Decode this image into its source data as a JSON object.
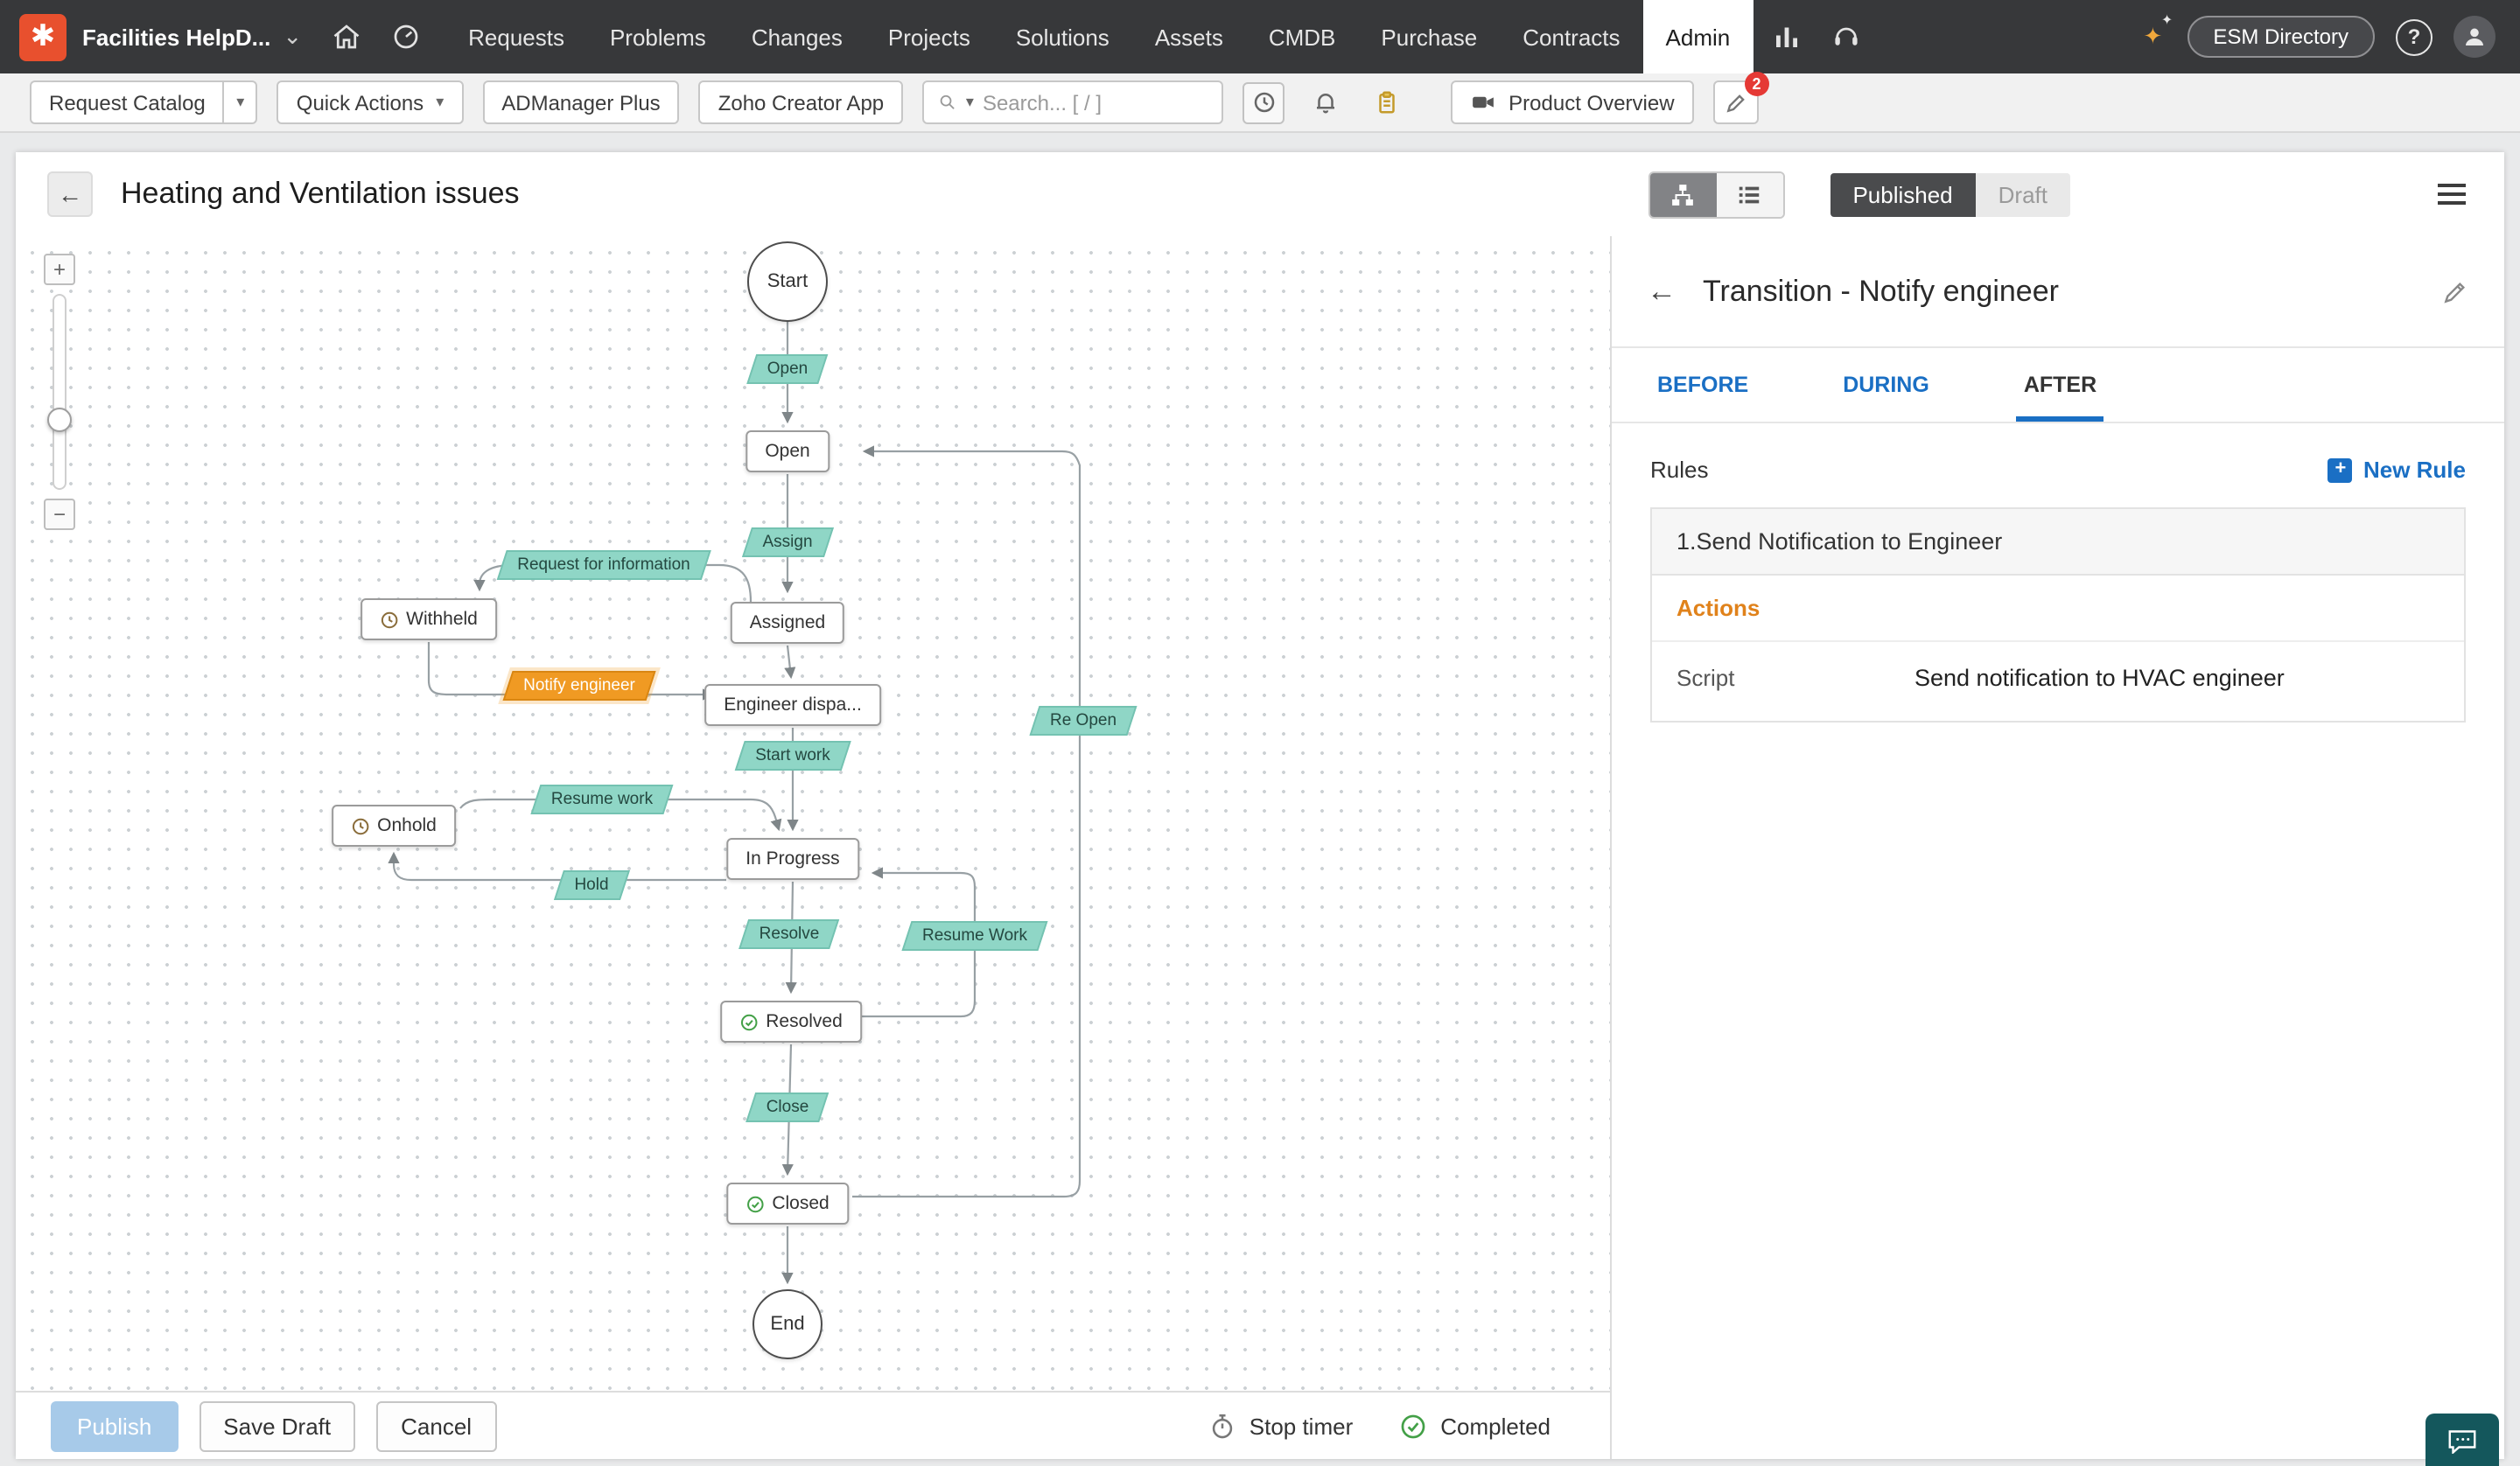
{
  "navbar": {
    "product": "Facilities HelpD...",
    "items": [
      "Requests",
      "Problems",
      "Changes",
      "Projects",
      "Solutions",
      "Assets",
      "CMDB",
      "Purchase",
      "Contracts",
      "Admin"
    ],
    "active_item": "Admin",
    "esm_button": "ESM Directory",
    "help": "?"
  },
  "toolbar": {
    "request_catalog": "Request Catalog",
    "quick_actions": "Quick Actions",
    "admanager": "ADManager Plus",
    "zoho_creator": "Zoho Creator App",
    "search_placeholder": "Search... [ / ]",
    "product_overview": "Product Overview",
    "badge_count": "2"
  },
  "workflow": {
    "title": "Heating and Ventilation issues",
    "published_label": "Published",
    "draft_label": "Draft",
    "zoom_plus": "+",
    "zoom_minus": "−",
    "nodes": {
      "start": "Start",
      "open_t": "Open",
      "open": "Open",
      "assign": "Assign",
      "request_info": "Request for information",
      "withheld": "Withheld",
      "assigned": "Assigned",
      "notify_engineer": "Notify engineer",
      "engineer_dispatched": "Engineer dispa...",
      "start_work": "Start work",
      "re_open": "Re Open",
      "resume_work": "Resume work",
      "onhold": "Onhold",
      "in_progress": "In Progress",
      "hold": "Hold",
      "resolve": "Resolve",
      "resume_work_2": "Resume Work",
      "resolved": "Resolved",
      "close": "Close",
      "closed": "Closed",
      "end": "End"
    },
    "footer": {
      "publish": "Publish",
      "save_draft": "Save Draft",
      "cancel": "Cancel",
      "stop_timer": "Stop timer",
      "completed": "Completed"
    }
  },
  "detail": {
    "title": "Transition - Notify engineer",
    "tabs": [
      "BEFORE",
      "DURING",
      "AFTER"
    ],
    "active_tab": "AFTER",
    "rules_label": "Rules",
    "new_rule": "New Rule",
    "rule": {
      "name": "1.Send Notification to Engineer",
      "actions_label": "Actions",
      "script_label": "Script",
      "script_value": "Send notification to HVAC engineer"
    }
  },
  "colors": {
    "accent_blue": "#1a6fc4",
    "transition_teal": "#8fd6c6",
    "selected_orange": "#f09a23",
    "published_dark": "#4a4b4d",
    "publish_button": "#a7cae9",
    "completed_green": "#43a047",
    "badge_red": "#e53935",
    "navbar_dark": "#37383a",
    "logo_orange": "#e8502e"
  }
}
